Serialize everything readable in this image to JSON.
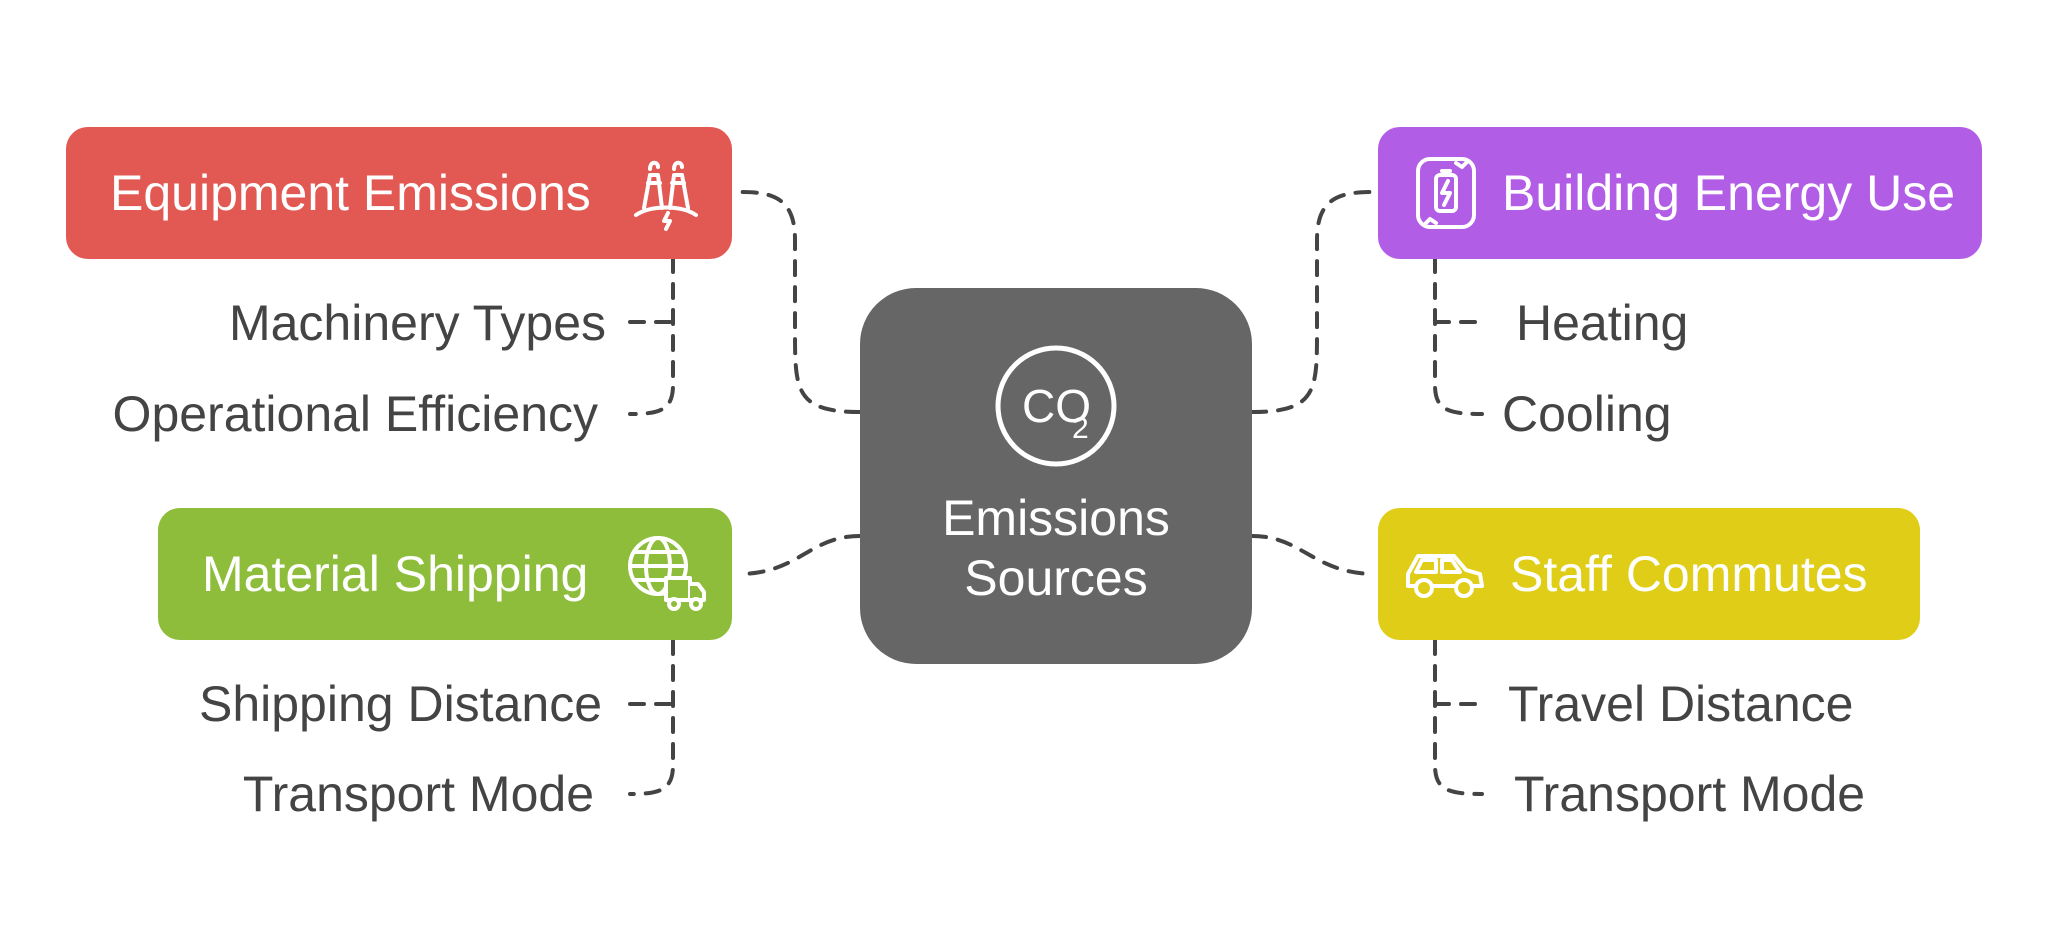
{
  "center": {
    "title_line1": "Emissions",
    "title_line2": "Sources",
    "icon": "co2-icon",
    "color": "#666666"
  },
  "branches": {
    "equipment": {
      "label": "Equipment Emissions",
      "icon": "factory-icon",
      "color": "#e25852",
      "items": [
        "Machinery Types",
        "Operational Efficiency"
      ]
    },
    "building": {
      "label": "Building Energy Use",
      "icon": "energy-battery-icon",
      "color": "#b15de6",
      "items": [
        "Heating",
        "Cooling"
      ]
    },
    "shipping": {
      "label": "Material Shipping",
      "icon": "global-shipping-icon",
      "color": "#8dbd3a",
      "items": [
        "Shipping Distance",
        "Transport Mode"
      ]
    },
    "commute": {
      "label": "Staff Commutes",
      "icon": "car-icon",
      "color": "#dfcd18",
      "items": [
        "Travel Distance",
        "Transport Mode"
      ]
    }
  },
  "connector_color": "#444444"
}
